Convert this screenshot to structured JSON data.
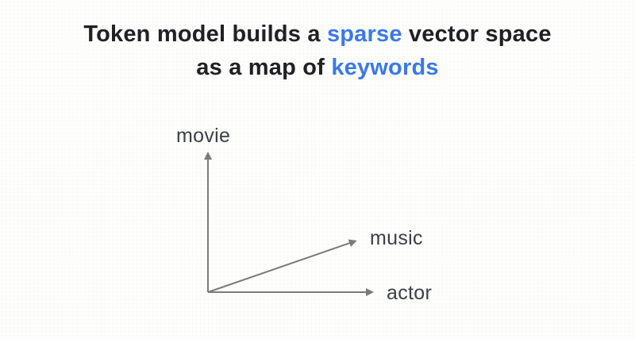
{
  "title": {
    "line1": [
      {
        "text": "Token model builds a ",
        "highlight": false
      },
      {
        "text": "sparse",
        "highlight": true
      },
      {
        "text": " vector space",
        "highlight": false
      }
    ],
    "line2": [
      {
        "text": "as a map of ",
        "highlight": false
      },
      {
        "text": "keywords",
        "highlight": true
      }
    ]
  },
  "diagram": {
    "type": "vector-space",
    "y_axis_label": "movie",
    "x_axis_label": "actor",
    "vector_label": "music"
  },
  "colors": {
    "highlight_blue": "#3b78e7",
    "title_text": "#202124",
    "axis_label_text": "#3c4043",
    "arrow_gray": "#7b7b7b",
    "background": "#fdfdfc"
  }
}
